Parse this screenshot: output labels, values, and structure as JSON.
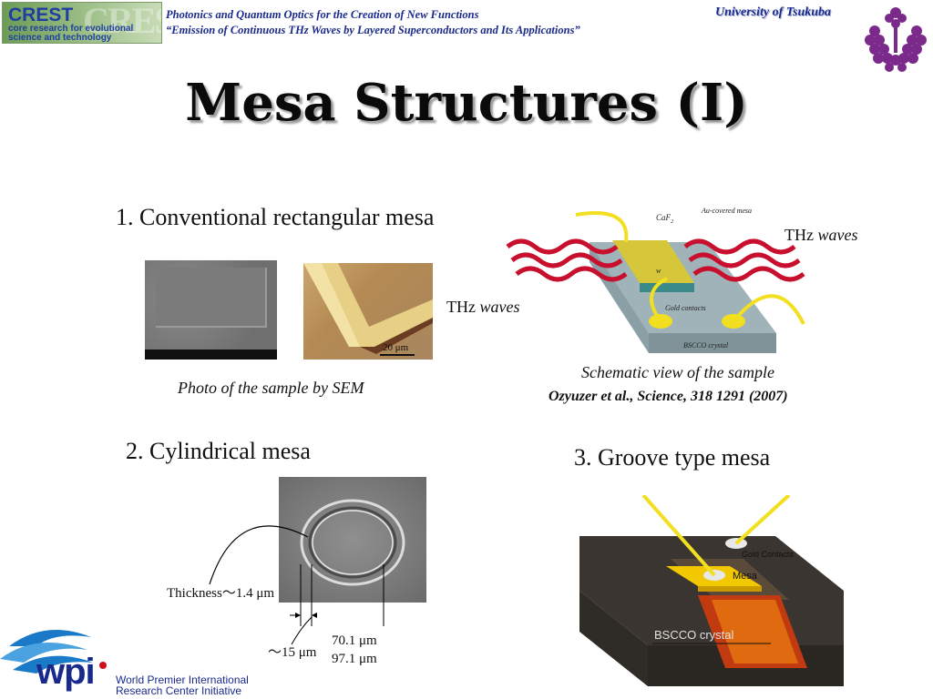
{
  "header": {
    "logo_title": "CREST",
    "logo_subtitle_1": "core research for evolutional",
    "logo_subtitle_2": "science and technology",
    "line1": "Photonics and Quantum Optics for the Creation of New Functions",
    "line2": "“Emission of Continuous THz Waves by Layered Superconductors and Its Applications”",
    "university": "University of Tsukuba"
  },
  "title": "Mesa Structures (I)",
  "section1": {
    "heading": "1. Conventional rectangular mesa",
    "sem_caption": "Photo of the sample by SEM",
    "scale_label": "20 μm",
    "thz_left_a": "THz ",
    "thz_left_b": "waves",
    "thz_right_a": "THz ",
    "thz_right_b": "waves",
    "schematic_caption": "Schematic view of the sample",
    "reference": "Ozyuzer et al., Science, 318 1291 (2007)",
    "schematic_labels": {
      "caf2": "CaF",
      "caf2_sub": "2",
      "au_mesa": "Au-covered mesa",
      "gold": "Gold contacts",
      "bscco": "BSCCO crystal",
      "w": "w"
    }
  },
  "section2": {
    "heading": "2. Cylindrical mesa",
    "thickness": "Thickness～1.4 μm",
    "gap": "～15 μm",
    "d1": "70.1 μm",
    "d2": "97.1 μm"
  },
  "section3": {
    "heading": "3. Groove type mesa",
    "gold": "Gold Contacts",
    "mesa": "Mesa",
    "bscco": "BSCCO crystal"
  },
  "footer": {
    "wpi": "wpi",
    "wpi_line1": "World Premier International",
    "wpi_line2": "Research Center Initiative"
  },
  "colors": {
    "header_text": "#1a2a8c",
    "crest_green": "#6d9b56",
    "tsukuba_purple": "#7b2a8c",
    "wave_red": "#c8102e"
  }
}
